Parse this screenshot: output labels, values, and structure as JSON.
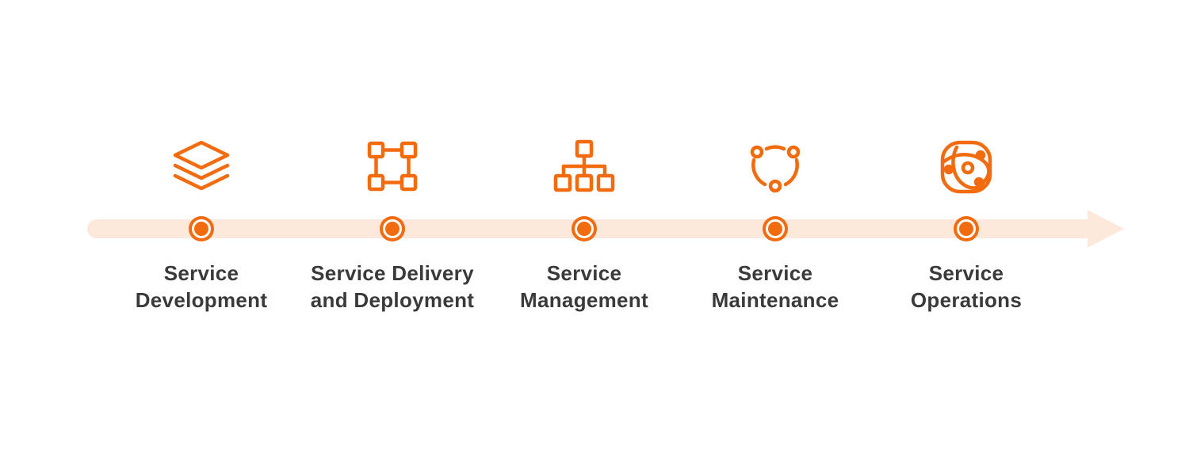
{
  "colors": {
    "accent": "#f26b0f",
    "track": "#fde8dc",
    "text": "#3a3a3a",
    "background": "#ffffff"
  },
  "stages": [
    {
      "icon": "layers-icon",
      "label_line1": "Service",
      "label_line2": "Development"
    },
    {
      "icon": "square-network-icon",
      "label_line1": "Service Delivery",
      "label_line2": "and Deployment"
    },
    {
      "icon": "hierarchy-icon",
      "label_line1": "Service",
      "label_line2": "Management"
    },
    {
      "icon": "cycle-icon",
      "label_line1": "Service",
      "label_line2": "Maintenance"
    },
    {
      "icon": "orbit-icon",
      "label_line1": "Service",
      "label_line2": "Operations"
    }
  ]
}
